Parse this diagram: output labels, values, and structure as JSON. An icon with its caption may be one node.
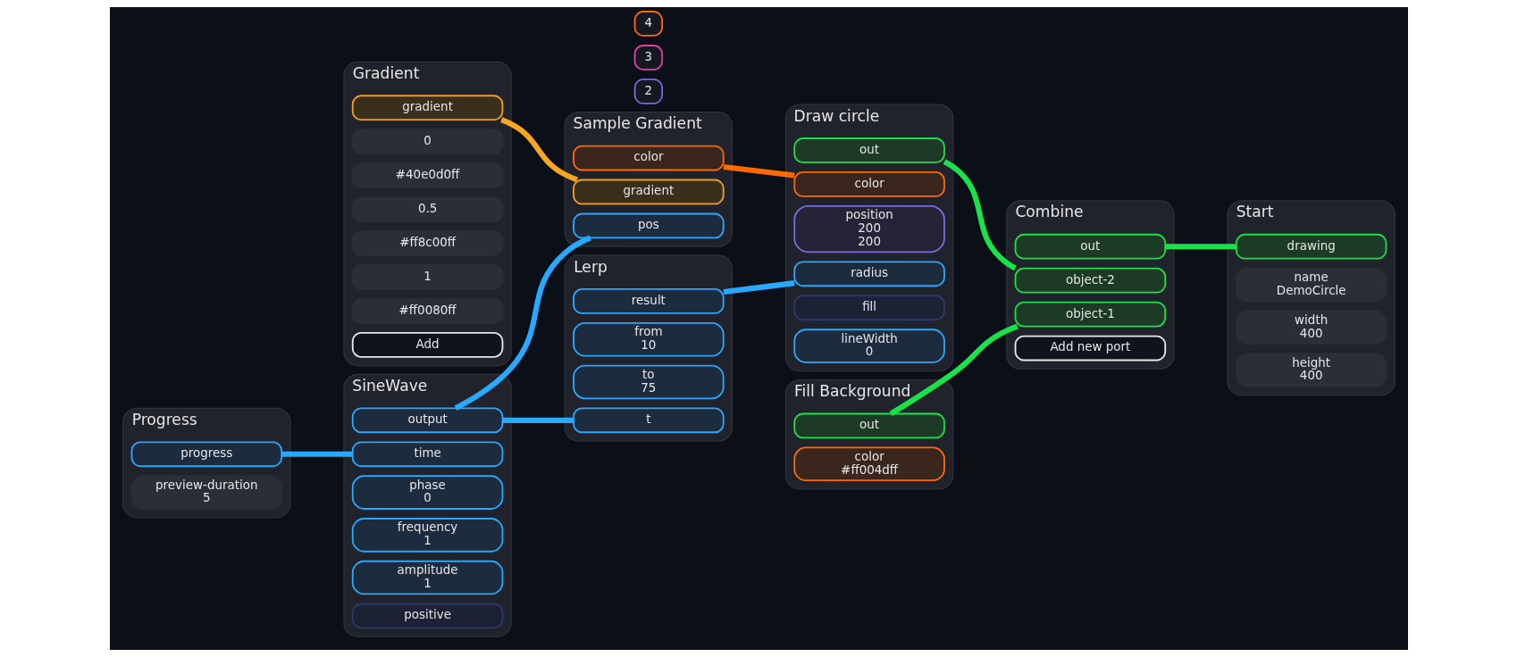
{
  "diagram": {
    "nodes": [
      {
        "text": [
          "Progress"
        ]
      },
      {
        "text": [
          "progress"
        ],
        "in": 0
      },
      {
        "text": [
          "preview-duration",
          "5"
        ],
        "in": 0
      },
      {
        "text": [
          "Gradient"
        ]
      },
      {
        "text": [
          "gradient"
        ],
        "in": 3
      },
      {
        "text": [
          "0"
        ],
        "in": 3
      },
      {
        "text": [
          "#40e0d0ff"
        ],
        "in": 3
      },
      {
        "text": [
          "0.5"
        ],
        "in": 3
      },
      {
        "text": [
          "#ff8c00ff"
        ],
        "in": 3
      },
      {
        "text": [
          "1"
        ],
        "in": 3
      },
      {
        "text": [
          "#ff0080ff"
        ],
        "in": 3
      },
      {
        "text": [
          "Add"
        ],
        "in": 3
      },
      {
        "text": [
          "SineWave"
        ]
      },
      {
        "text": [
          "output"
        ],
        "in": 12
      },
      {
        "text": [
          "time"
        ],
        "in": 12
      },
      {
        "text": [
          "phase",
          "0"
        ],
        "in": 12
      },
      {
        "text": [
          "frequency",
          "1"
        ],
        "in": 12
      },
      {
        "text": [
          "amplitude",
          "1"
        ],
        "in": 12
      },
      {
        "text": [
          "positive"
        ],
        "in": 12
      },
      {
        "text": [
          "Sample Gradient"
        ]
      },
      {
        "text": [
          "color"
        ],
        "in": 19
      },
      {
        "text": [
          "gradient"
        ],
        "in": 19
      },
      {
        "text": [
          "pos"
        ],
        "in": 19
      },
      {
        "text": [
          "2"
        ]
      },
      {
        "text": [
          "3"
        ]
      },
      {
        "text": [
          "4"
        ]
      },
      {
        "text": [
          "Lerp"
        ]
      },
      {
        "text": [
          "result"
        ],
        "in": 26
      },
      {
        "text": [
          "from",
          "10"
        ],
        "in": 26
      },
      {
        "text": [
          "to",
          "75"
        ],
        "in": 26
      },
      {
        "text": [
          "t"
        ],
        "in": 26
      },
      {
        "text": [
          "Fill Background"
        ]
      },
      {
        "text": [
          "out"
        ],
        "in": 31
      },
      {
        "text": [
          "color",
          "#ff004dff"
        ],
        "in": 31
      },
      {
        "text": [
          "Draw circle"
        ]
      },
      {
        "text": [
          "out"
        ],
        "in": 34
      },
      {
        "text": [
          "color"
        ],
        "in": 34
      },
      {
        "text": [
          "position",
          "200",
          "200"
        ],
        "in": 34
      },
      {
        "text": [
          "radius"
        ],
        "in": 34
      },
      {
        "text": [
          "fill"
        ],
        "in": 34
      },
      {
        "text": [
          "lineWidth",
          "0"
        ],
        "in": 34
      },
      {
        "text": [
          "Combine"
        ]
      },
      {
        "text": [
          "out"
        ],
        "in": 41
      },
      {
        "text": [
          "object-1"
        ],
        "in": 41
      },
      {
        "text": [
          "object-2"
        ],
        "in": 41
      },
      {
        "text": [
          "Add new port"
        ],
        "in": 41
      },
      {
        "text": [
          "Start"
        ]
      },
      {
        "text": [
          "drawing"
        ],
        "in": 46
      },
      {
        "text": [
          "name",
          "DemoCircle"
        ],
        "in": 46
      },
      {
        "text": [
          "width",
          "400"
        ],
        "in": 46
      },
      {
        "text": [
          "height",
          "400"
        ],
        "in": 46
      }
    ],
    "edges": [
      {
        "from": 1,
        "to": 14,
        "arrow": "none"
      },
      {
        "from": 4,
        "to": 21,
        "arrow": "none",
        "color": "#f5a623"
      },
      {
        "from": 13,
        "to": 22,
        "arrow": "none"
      },
      {
        "from": 13,
        "to": 30,
        "arrow": "none"
      },
      {
        "from": 20,
        "to": 36,
        "arrow": "none",
        "color": "#ff6a00"
      },
      {
        "from": 27,
        "to": 38,
        "arrow": "none"
      },
      {
        "from": 32,
        "to": 43,
        "arrow": "none",
        "color": "#19e34a"
      },
      {
        "from": 35,
        "to": 44,
        "arrow": "none",
        "color": "#19e34a"
      },
      {
        "from": 42,
        "to": 47,
        "arrow": "none",
        "color": "#19e34a"
      }
    ]
  }
}
